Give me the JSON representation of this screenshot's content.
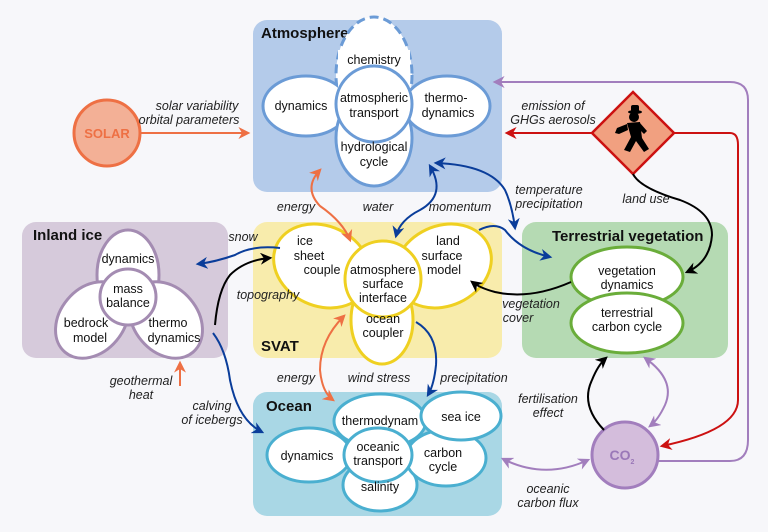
{
  "colors": {
    "background": "#f7f7fa",
    "atmosphere_fill": "#b4cbea",
    "atmosphere_stroke": "#6b9bd6",
    "inland_ice_fill": "#d6cadb",
    "inland_ice_stroke": "#a48cb2",
    "svat_fill": "#f8ecac",
    "svat_stroke": "#efd021",
    "vegetation_fill": "#b5dab3",
    "vegetation_stroke": "#6aad3a",
    "ocean_fill": "#a9d7e5",
    "ocean_stroke": "#4aafd0",
    "solar_fill": "#f3b096",
    "solar_stroke": "#ee7044",
    "co2_fill": "#d4bddc",
    "co2_stroke": "#a27ebd",
    "human_fill": "#f1a080",
    "human_stroke": "#cc1111",
    "arrow_orange": "#ee7044",
    "arrow_blue": "#0a3d9a",
    "arrow_black": "#000000",
    "arrow_red": "#cc1111",
    "arrow_purple": "#a27ebd"
  },
  "components": {
    "atmosphere": {
      "title": "Atmosphere",
      "nodes": {
        "chemistry": "chemistry",
        "dynamics": "dynamics",
        "transport": [
          "atmospheric",
          "transport"
        ],
        "thermodynamics": [
          "thermo-",
          "dynamics"
        ],
        "hydrological": [
          "hydrological",
          "cycle"
        ]
      }
    },
    "inland_ice": {
      "title": "Inland ice",
      "nodes": {
        "dynamics": "dynamics",
        "mass_balance": [
          "mass",
          "balance"
        ],
        "bedrock": [
          "bedrock",
          "model"
        ],
        "thermodynamics": [
          "thermo",
          "dynamics"
        ]
      }
    },
    "svat": {
      "title": "SVAT",
      "nodes": {
        "ice_sheet": [
          "ice",
          "sheet",
          "couple"
        ],
        "interface": [
          "atmosphere",
          "surface",
          "interface"
        ],
        "land_surface": [
          "land",
          "surface",
          "model"
        ],
        "ocean_coupler": [
          "ocean",
          "coupler"
        ]
      }
    },
    "vegetation": {
      "title": "Terrestrial vegetation",
      "nodes": {
        "dynamics": [
          "vegetation",
          "dynamics"
        ],
        "carbon": [
          "terrestrial",
          "carbon cycle"
        ]
      }
    },
    "ocean": {
      "title": "Ocean",
      "nodes": {
        "thermodynam": "thermodynam",
        "sea_ice": "sea ice",
        "dynamics": "dynamics",
        "transport": [
          "oceanic",
          "transport"
        ],
        "carbon": [
          "carbon",
          "cycle"
        ],
        "salinity": "salinity"
      }
    },
    "solar": {
      "label": "SOLAR"
    },
    "co2": {
      "label": "CO",
      "subscript": "2"
    },
    "human": {
      "icon": "walking-man-icon"
    }
  },
  "flows": {
    "solar": [
      "solar variability",
      "orbital parameters"
    ],
    "emission": [
      "emission of",
      "GHGs aerosols"
    ],
    "land_use": "land use",
    "energy_top": "energy",
    "water": "water",
    "momentum": "momentum",
    "temp_precip": [
      "temperature",
      "precipitation"
    ],
    "snow": "snow",
    "topography": "topography",
    "vegetation_cover": [
      "vegetation",
      "cover"
    ],
    "geothermal": [
      "geothermal",
      "heat"
    ],
    "calving": [
      "calving",
      "of icebergs"
    ],
    "energy_bottom": "energy",
    "wind_stress": "wind stress",
    "precipitation": "precipitation",
    "fertilisation": [
      "fertilisation",
      "effect"
    ],
    "oceanic_flux": [
      "oceanic",
      "carbon flux"
    ]
  }
}
